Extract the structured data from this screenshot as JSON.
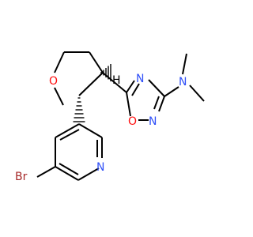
{
  "molecule": {
    "atoms": {
      "O_thf": "O",
      "N_a": "N",
      "N_b": "N",
      "O_ox": "O",
      "N_amine": "N",
      "N_py": "N",
      "Br": "Br",
      "H": "H"
    },
    "colors": {
      "O": "#ff0d0d",
      "N": "#3050f8",
      "Br": "#a62929",
      "H": "#000000",
      "bond": "#000000"
    }
  }
}
